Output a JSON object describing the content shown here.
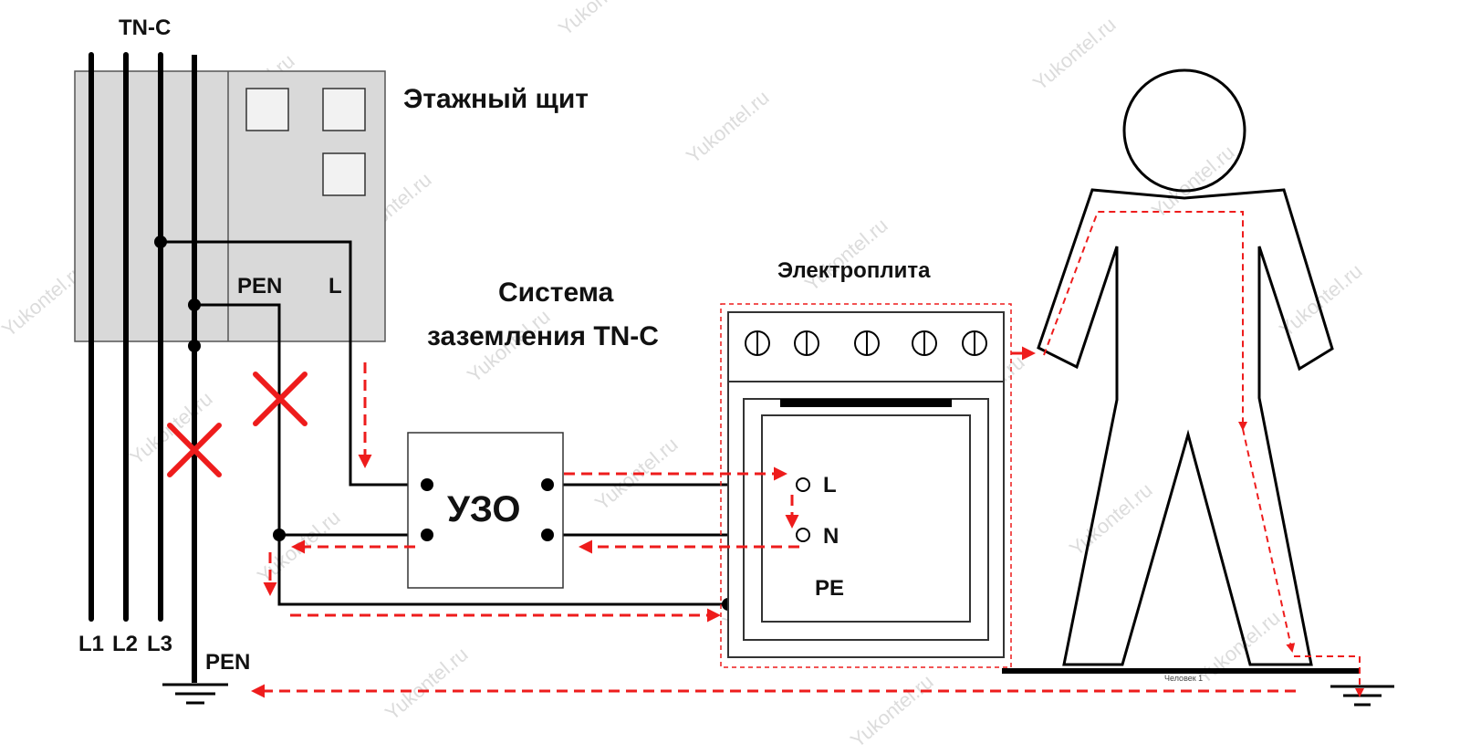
{
  "labels": {
    "system_top": "TN-C",
    "panel": "Этажный щит",
    "panel_pen": "PEN",
    "panel_l": "L",
    "system_line1": "Система",
    "system_line2": "заземления TN-C",
    "rcd": "УЗО",
    "stove": "Электроплита",
    "stove_l": "L",
    "stove_n": "N",
    "stove_pe": "PE",
    "bus_l1": "L1",
    "bus_l2": "L2",
    "bus_l3": "L3",
    "bus_pen": "PEN",
    "person_caption": "Человек 1"
  },
  "watermark": "Yukontel.ru",
  "colors": {
    "current_path": "#ee1c1c",
    "panel_fill": "#d9d9d9",
    "wire": "#000000",
    "fault_cross": "#ee1c1c"
  }
}
